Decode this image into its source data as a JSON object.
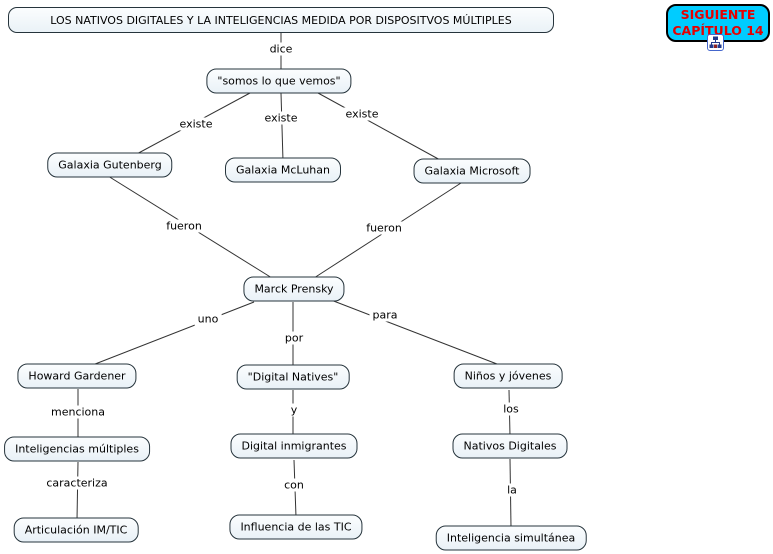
{
  "map": {
    "title": "LOS NATIVOS DIGITALES Y LA INTELIGENCIAS MEDIDA POR DISPOSITVOS MÚLTIPLES",
    "nodes": {
      "somos": "\"somos lo que vemos\"",
      "gutenberg": "Galaxia Gutenberg",
      "mcluhan": "Galaxia McLuhan",
      "microsoft": "Galaxia Microsoft",
      "prensky": "Marck Prensky",
      "gardener": "Howard Gardener",
      "digital_natives": "\"Digital Natives\"",
      "ninos_jovenes": "Niños y jóvenes",
      "inteligencias_multiples": "Inteligencias múltiples",
      "digital_inmigrantes": "Digital inmigrantes",
      "nativos_digitales": "Nativos Digitales",
      "articulacion_im_tic": "Articulación IM/TIC",
      "influencia_tic": "Influencia de las TIC",
      "inteligencia_simultanea": "Inteligencia simultánea"
    },
    "links": {
      "dice": "dice",
      "existe_left": "existe",
      "existe_mid": "existe",
      "existe_right": "existe",
      "fueron_left": "fueron",
      "fueron_right": "fueron",
      "uno": "uno",
      "por": "por",
      "para": "para",
      "menciona": "menciona",
      "caracteriza": "caracteriza",
      "y": "y",
      "con": "con",
      "los": "los",
      "la": "la"
    }
  },
  "next_button": {
    "line1": "SIGUIENTE",
    "line2": "CAPÍTULO 14"
  },
  "icons": {
    "concept_map_icon": "sitemap-icon"
  },
  "colors": {
    "node_fill": "#eef3f8",
    "node_border": "#26343c",
    "connector": "#333333",
    "button_bg": "#00ccff",
    "button_text": "#e60000",
    "button_border": "#000000",
    "icon_border": "#4466cc",
    "icon_glyph": "#223a8c"
  }
}
